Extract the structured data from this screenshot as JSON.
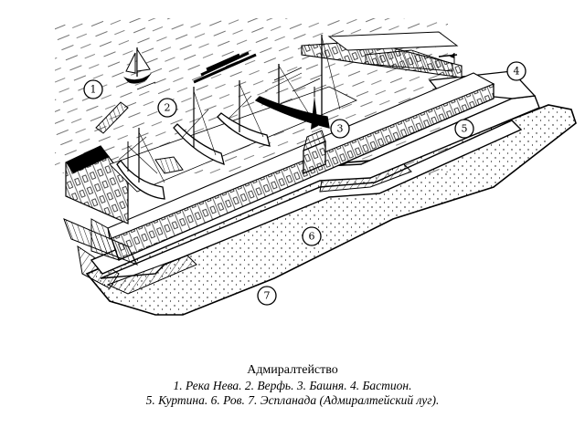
{
  "title": "Адмиралтейство",
  "legend_lines": [
    "1. Река Нева. 2. Верфь. 3. Башня. 4. Бастион.",
    "5. Куртина. 6. Ров. 7. Эспланада (Адмиралтейский луг)."
  ],
  "markers": [
    {
      "id": "1",
      "name": "marker-1-river"
    },
    {
      "id": "2",
      "name": "marker-2-shipyard"
    },
    {
      "id": "3",
      "name": "marker-3-tower"
    },
    {
      "id": "4",
      "name": "marker-4-bastion"
    },
    {
      "id": "5",
      "name": "marker-5-curtain"
    },
    {
      "id": "6",
      "name": "marker-6-moat"
    },
    {
      "id": "7",
      "name": "marker-7-esplanade"
    }
  ]
}
